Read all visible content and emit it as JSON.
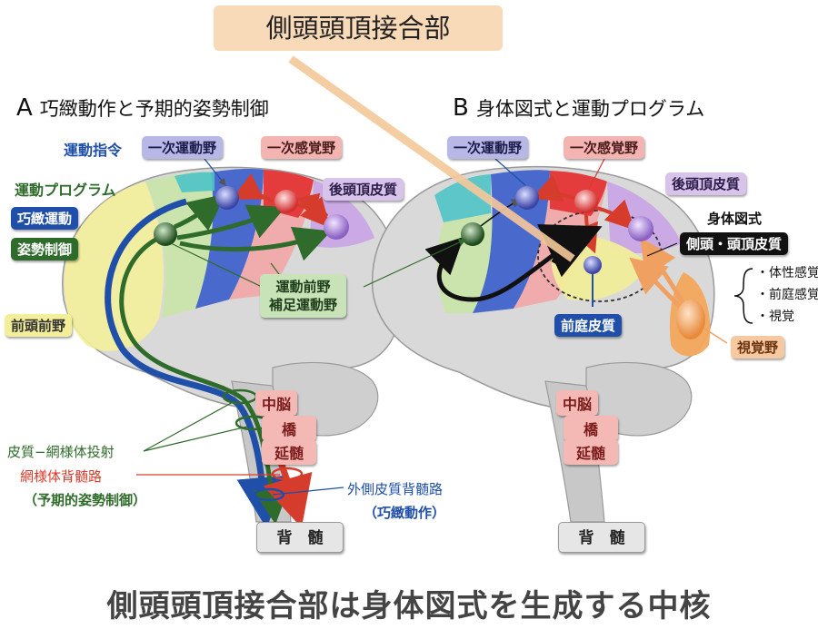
{
  "top_banner": "側頭頭頂接合部",
  "section_a": {
    "letter": "A",
    "title": "巧緻動作と予期的姿勢制御"
  },
  "section_b": {
    "letter": "B",
    "title": "身体図式と運動プログラム"
  },
  "a": {
    "motor_command": "運動指令",
    "primary_motor": "一次運動野",
    "primary_sensory": "一次感覚野",
    "posterior_parietal": "後頭頂皮質",
    "motor_program": "運動プログラム",
    "skilled_movement": "巧緻運動",
    "posture_control": "姿勢制御",
    "prefrontal": "前頭前野",
    "premotor": "運動前野\n補足運動野",
    "midbrain": "中脳",
    "pons": "橋",
    "medulla": "延髄",
    "cortico_reticular": "皮質−網様体投射",
    "reticulospinal": "網様体背髄路",
    "anticipatory_posture": "（予期的姿勢制御）",
    "lateral_corticospinal": "外側皮質背髄路",
    "skilled_action": "（巧緻動作）",
    "spinal_cord": "背　髄"
  },
  "b": {
    "primary_motor": "一次運動野",
    "primary_sensory": "一次感覚野",
    "posterior_parietal": "後頭頂皮質",
    "body_schema": "身体図式",
    "tpj": "側頭・頭頂皮質",
    "somatosensory": "・体性感覚",
    "vestibular_sense": "・前庭感覚",
    "vision": "・視覚",
    "vestibular_cortex": "前庭皮質",
    "visual_cortex": "視覚野",
    "midbrain": "中脳",
    "pons": "橋",
    "medulla": "延髄",
    "spinal_cord": "背　髄"
  },
  "footer": "側頭頭頂接合部は身体図式を生成する中核",
  "colors": {
    "motor": "#6a6fc2",
    "motor_box": "#b8b8e6",
    "sensory": "#d83a3a",
    "sensory_box": "#f3b4b2",
    "parietal": "#b27fd2",
    "parietal_box": "#d8c3ea",
    "green": "#2f6b2a",
    "blue": "#1f4fa8",
    "red": "#d63c2c",
    "banner": "#f8d9b8",
    "prefrontal": "#f3ee9a",
    "brainstem_box": "#f4b9b4"
  }
}
